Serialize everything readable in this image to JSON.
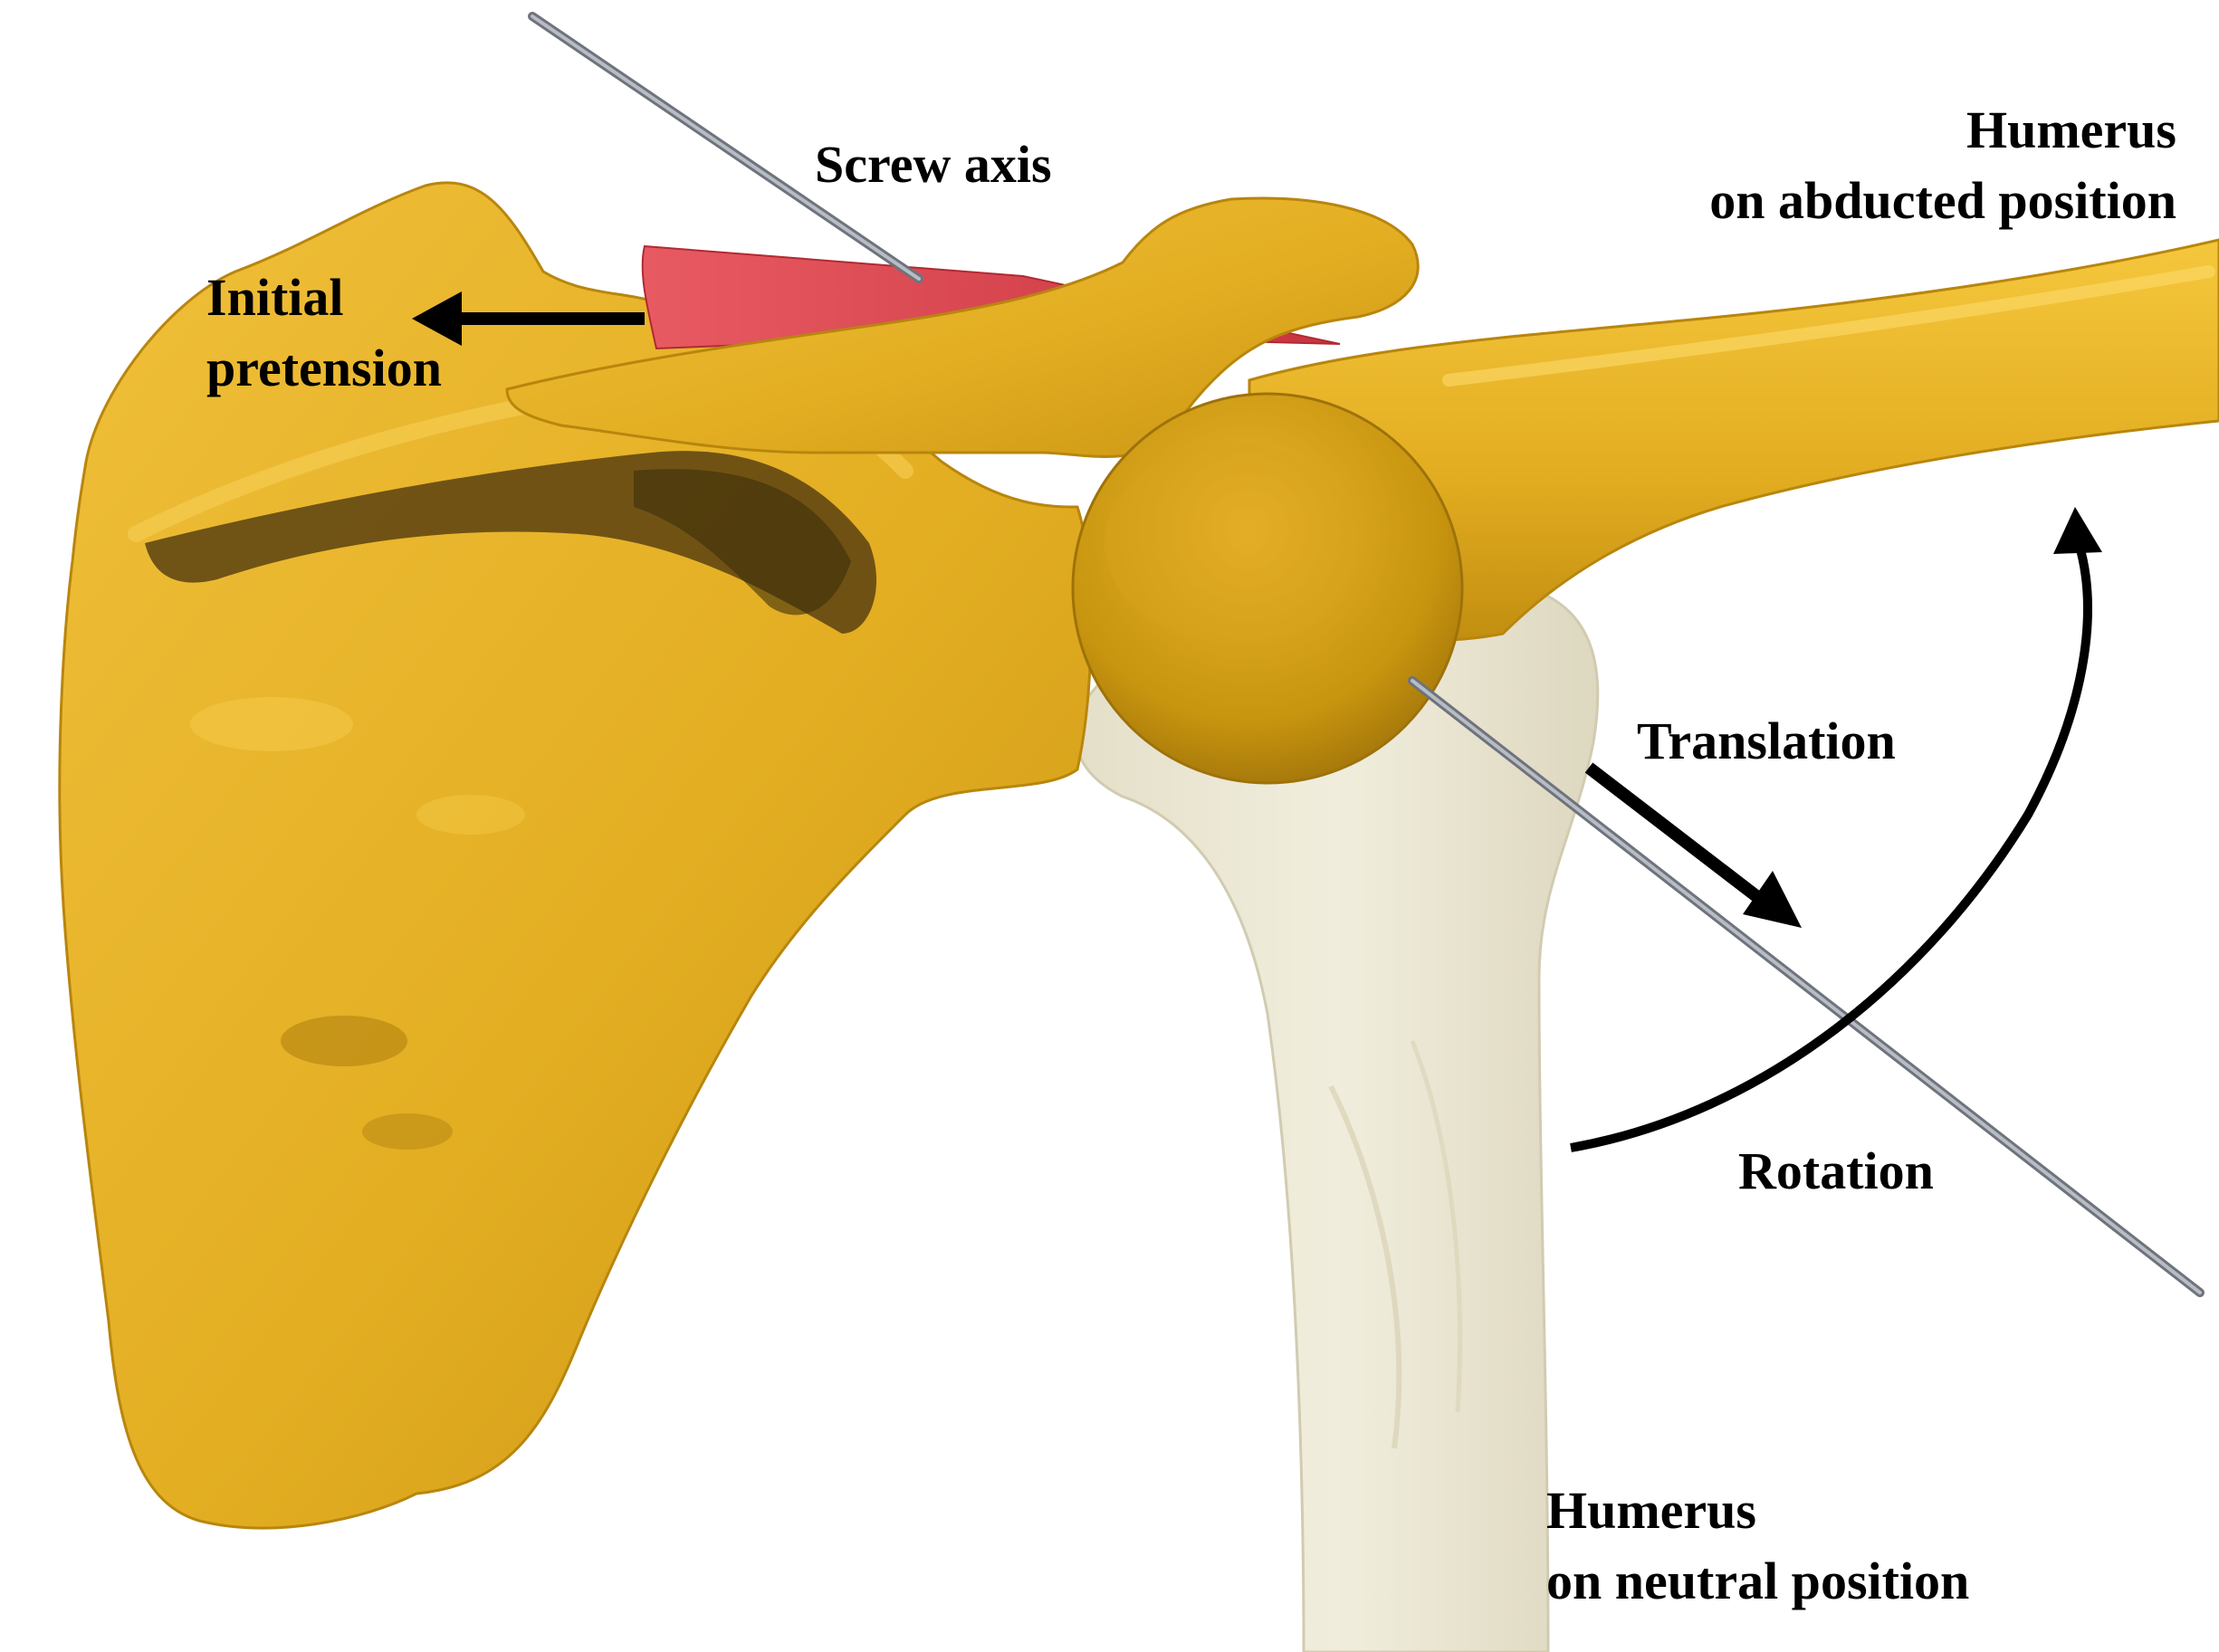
{
  "labels": {
    "screw_axis": "Screw axis",
    "humerus_abducted_line1": "Humerus",
    "humerus_abducted_line2": "on abducted position",
    "initial_pretension_line1": "Initial",
    "initial_pretension_line2": "pretension",
    "translation": "Translation",
    "rotation": "Rotation",
    "humerus_neutral_line1": "Humerus",
    "humerus_neutral_line2": "on neutral position"
  },
  "colors": {
    "bone": "#E8B52B",
    "bone_shadow": "#B8860E",
    "bone_dark": "#5A4210",
    "neutral_humerus": "#EFEBD8",
    "ligament": "#E0525A",
    "screw_axis": "#8A8F99",
    "arrow": "#000000"
  }
}
